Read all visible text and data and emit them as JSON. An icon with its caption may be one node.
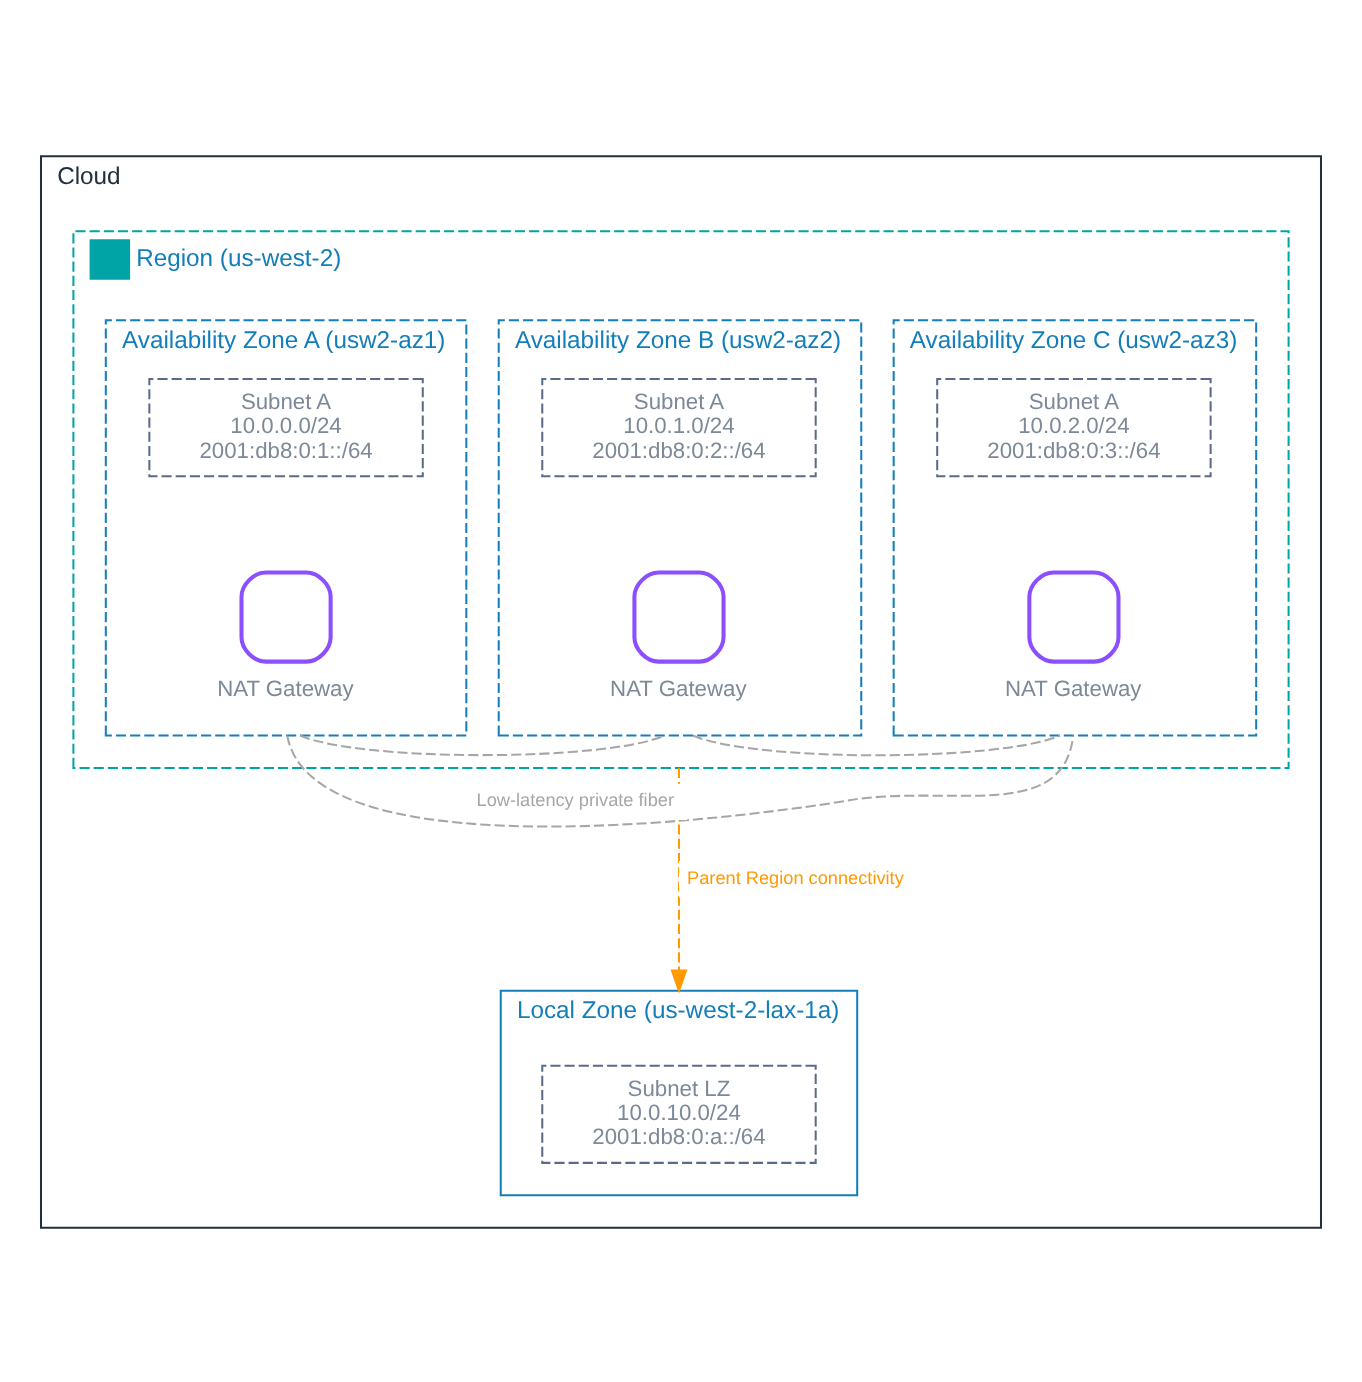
{
  "diagram": {
    "nodes": [
      {
        "text": [
          "Cloud"
        ]
      },
      {
        "text": [
          "Region (us-west-2)"
        ],
        "in": 0
      },
      {
        "text": [
          "Availability Zone A (usw2-az1)"
        ],
        "in": 1
      },
      {
        "text": [
          "Subnet A",
          "10.0.0.0/24",
          "2001:db8:0:1::/64"
        ],
        "in": 2
      },
      {
        "text": [
          "NAT Gateway"
        ],
        "in": 2
      },
      {
        "text": [
          "Availability Zone B (usw2-az2)"
        ],
        "in": 1
      },
      {
        "text": [
          "Subnet A",
          "10.0.1.0/24",
          "2001:db8:0:2::/64"
        ],
        "in": 5
      },
      {
        "text": [
          "NAT Gateway"
        ],
        "in": 5
      },
      {
        "text": [
          "Availability Zone C (usw2-az3)"
        ],
        "in": 1
      },
      {
        "text": [
          "Subnet A",
          "10.0.2.0/24",
          "2001:db8:0:3::/64"
        ],
        "in": 8
      },
      {
        "text": [
          "NAT Gateway"
        ],
        "in": 8
      },
      {
        "text": [
          "Local Zone (us-west-2-lax-1a)"
        ],
        "in": 0
      },
      {
        "text": [
          "Subnet LZ",
          "10.0.10.0/24",
          "2001:db8:0:a::/64"
        ],
        "in": 11
      }
    ],
    "edges": [
      {
        "from": 2,
        "to": 5,
        "arrow": "none",
        "style": "dashed",
        "color": "#a6a6a6"
      },
      {
        "from": 5,
        "to": 8,
        "arrow": "none",
        "style": "dashed",
        "color": "#a6a6a6"
      },
      {
        "from": 2,
        "to": 8,
        "arrow": "none",
        "label": "Low-latency private fiber",
        "style": "dashed",
        "color": "#a6a6a6"
      },
      {
        "from": 1,
        "to": 11,
        "arrow": "to",
        "label": "Parent Region connectivity",
        "style": "dashed",
        "color": "#ff9900"
      }
    ]
  }
}
